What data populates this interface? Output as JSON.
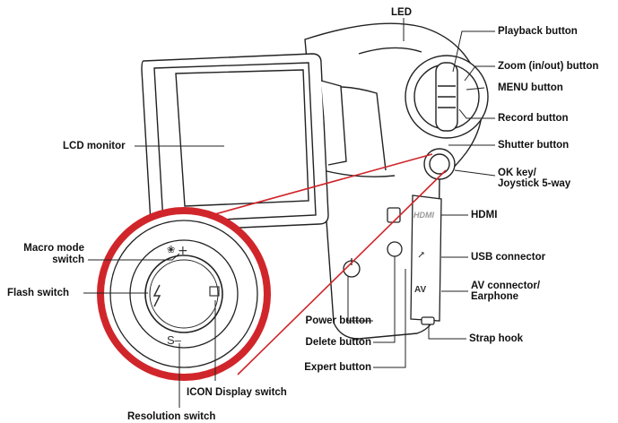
{
  "labels": {
    "led": "LED",
    "playback": "Playback button",
    "zoom": "Zoom (in/out) button",
    "menu": "MENU button",
    "record": "Record button",
    "shutter": "Shutter button",
    "ok_line1": "OK key/",
    "ok_line2": "Joystick 5-way",
    "lcd": "LCD monitor",
    "hdmi": "HDMI",
    "usb": "USB connector",
    "av_line1": "AV connector/",
    "av_line2": "Earphone",
    "strap": "Strap hook",
    "power": "Power button",
    "delete": "Delete button",
    "expert": "Expert button",
    "macro_line1": "Macro mode",
    "macro_line2": "switch",
    "flash": "Flash switch",
    "icon_display": "ICON Display switch",
    "resolution": "Resolution switch"
  },
  "device_marks": {
    "hdmi_port": "HDMI",
    "av_port": "AV",
    "joystick_top": "+",
    "joystick_bottom": "S–"
  },
  "colors": {
    "callout": "#d0262b",
    "line": "#222222"
  }
}
